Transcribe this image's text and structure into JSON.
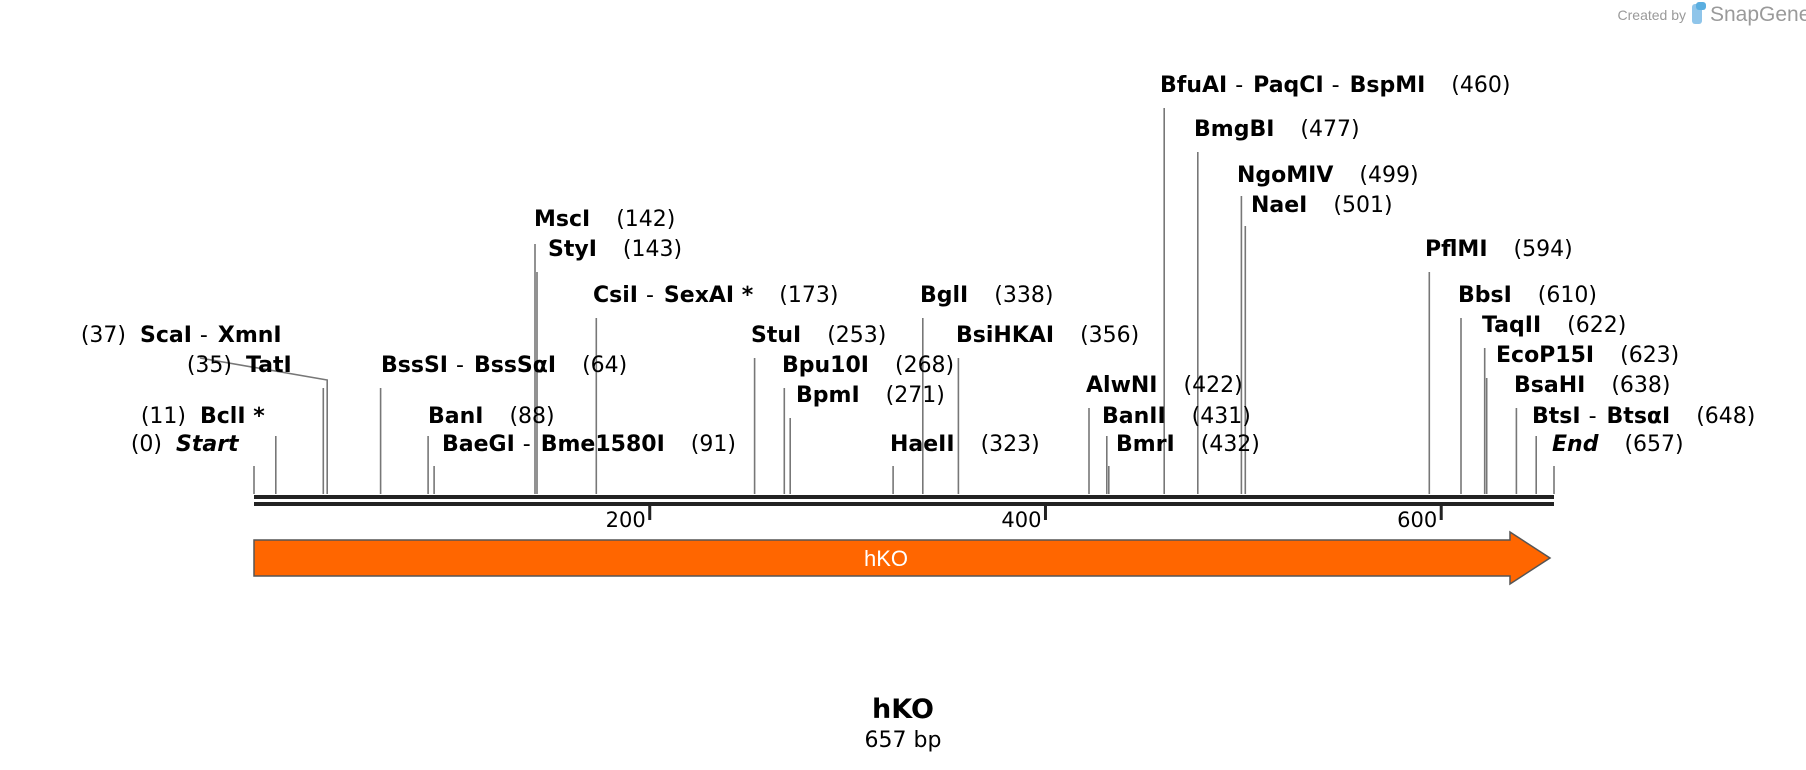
{
  "credit": {
    "created_by": "Created by",
    "brand": "SnapGene",
    "logo_icon": "snapgene-logo-icon"
  },
  "map": {
    "name": "hKO",
    "length_label": "657 bp",
    "length_bp": 657,
    "backbone_color": "#222222",
    "leader_color": "#777777"
  },
  "ruler": {
    "ticks": [
      200,
      400,
      600
    ],
    "labels": [
      "200",
      "400",
      "600"
    ]
  },
  "feature": {
    "label": "hKO",
    "start": 1,
    "end": 657,
    "direction": "forward",
    "color": "#FF6600"
  },
  "sites": [
    {
      "names": [
        "Start"
      ],
      "italic": true,
      "position": 0,
      "pos_label": "(0)",
      "pos_side": "left"
    },
    {
      "names": [
        "BclI *"
      ],
      "position": 11,
      "pos_label": "(11)",
      "pos_side": "left"
    },
    {
      "names": [
        "TatI"
      ],
      "position": 35,
      "pos_label": "(35)",
      "pos_side": "left"
    },
    {
      "names": [
        "ScaI",
        "XmnI"
      ],
      "position": 37,
      "pos_label": "(37)",
      "pos_side": "left"
    },
    {
      "names": [
        "BssSI",
        "BssSαI"
      ],
      "position": 64,
      "pos_label": "(64)",
      "pos_side": "right"
    },
    {
      "names": [
        "BanI"
      ],
      "position": 88,
      "pos_label": "(88)",
      "pos_side": "right"
    },
    {
      "names": [
        "BaeGI",
        "Bme1580I"
      ],
      "position": 91,
      "pos_label": "(91)",
      "pos_side": "right"
    },
    {
      "names": [
        "MscI"
      ],
      "position": 142,
      "pos_label": "(142)",
      "pos_side": "right"
    },
    {
      "names": [
        "StyI"
      ],
      "position": 143,
      "pos_label": "(143)",
      "pos_side": "right"
    },
    {
      "names": [
        "CsiI",
        "SexAI *"
      ],
      "position": 173,
      "pos_label": "(173)",
      "pos_side": "right"
    },
    {
      "names": [
        "StuI"
      ],
      "position": 253,
      "pos_label": "(253)",
      "pos_side": "right"
    },
    {
      "names": [
        "Bpu10I"
      ],
      "position": 268,
      "pos_label": "(268)",
      "pos_side": "right"
    },
    {
      "names": [
        "BpmI"
      ],
      "position": 271,
      "pos_label": "(271)",
      "pos_side": "right"
    },
    {
      "names": [
        "HaeII"
      ],
      "position": 323,
      "pos_label": "(323)",
      "pos_side": "right"
    },
    {
      "names": [
        "BglI"
      ],
      "position": 338,
      "pos_label": "(338)",
      "pos_side": "right"
    },
    {
      "names": [
        "BsiHKAI"
      ],
      "position": 356,
      "pos_label": "(356)",
      "pos_side": "right"
    },
    {
      "names": [
        "AlwNI"
      ],
      "position": 422,
      "pos_label": "(422)",
      "pos_side": "right"
    },
    {
      "names": [
        "BanII"
      ],
      "position": 431,
      "pos_label": "(431)",
      "pos_side": "right"
    },
    {
      "names": [
        "BmrI"
      ],
      "position": 432,
      "pos_label": "(432)",
      "pos_side": "right"
    },
    {
      "names": [
        "BfuAI",
        "PaqCI",
        "BspMI"
      ],
      "position": 460,
      "pos_label": "(460)",
      "pos_side": "right"
    },
    {
      "names": [
        "BmgBI"
      ],
      "position": 477,
      "pos_label": "(477)",
      "pos_side": "right"
    },
    {
      "names": [
        "NgoMIV"
      ],
      "position": 499,
      "pos_label": "(499)",
      "pos_side": "right"
    },
    {
      "names": [
        "NaeI"
      ],
      "position": 501,
      "pos_label": "(501)",
      "pos_side": "right"
    },
    {
      "names": [
        "PflMI"
      ],
      "position": 594,
      "pos_label": "(594)",
      "pos_side": "right"
    },
    {
      "names": [
        "BbsI"
      ],
      "position": 610,
      "pos_label": "(610)",
      "pos_side": "right"
    },
    {
      "names": [
        "TaqII"
      ],
      "position": 622,
      "pos_label": "(622)",
      "pos_side": "right"
    },
    {
      "names": [
        "EcoP15I"
      ],
      "position": 623,
      "pos_label": "(623)",
      "pos_side": "right"
    },
    {
      "names": [
        "BsaHI"
      ],
      "position": 638,
      "pos_label": "(638)",
      "pos_side": "right"
    },
    {
      "names": [
        "BtsI",
        "BtsαI"
      ],
      "position": 648,
      "pos_label": "(648)",
      "pos_side": "right"
    },
    {
      "names": [
        "End"
      ],
      "italic": true,
      "position": 657,
      "pos_label": "(657)",
      "pos_side": "right"
    }
  ]
}
